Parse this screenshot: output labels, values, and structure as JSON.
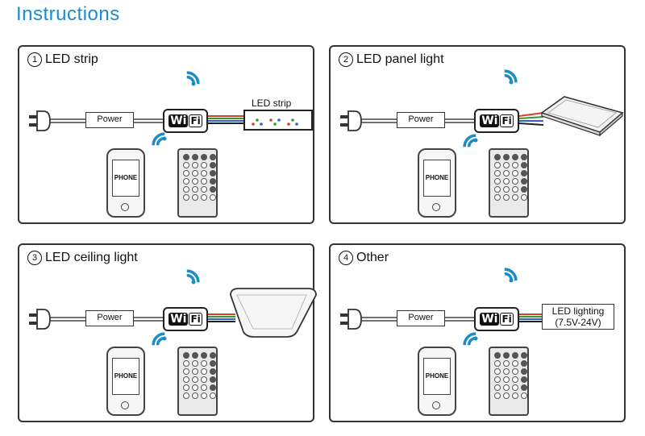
{
  "page": {
    "title": "Instructions"
  },
  "common": {
    "power_label": "Power",
    "wifi_w": "Wi",
    "wifi_f": "Fi",
    "phone_label": "PHONE"
  },
  "panels": [
    {
      "num": "1",
      "title": "LED strip",
      "device_label": "LED strip"
    },
    {
      "num": "2",
      "title": "LED panel light"
    },
    {
      "num": "3",
      "title": "LED ceiling light"
    },
    {
      "num": "4",
      "title": "Other",
      "device_label_line1": "LED lighting",
      "device_label_line2": "(7.5V-24V)"
    }
  ],
  "colors": {
    "title": "#1a8ccc",
    "wifi_signal": "#1a8ccc",
    "wire_red": "#e03a2f",
    "wire_green": "#2c9a3c",
    "wire_blue": "#2f5fd0",
    "wire_black": "#222222"
  }
}
